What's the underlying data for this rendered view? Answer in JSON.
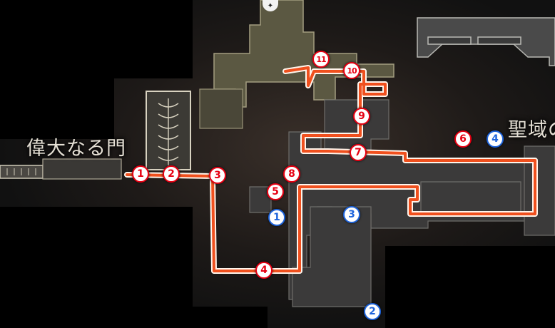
{
  "map": {
    "area_labels": {
      "great_gate": "偉大なる門",
      "sanctuary": "聖域の"
    },
    "icons": {
      "site_of_grace": "site-of-grace-icon"
    },
    "colors": {
      "route_line": "#f0501e",
      "red_marker": "#e60012",
      "blue_marker": "#1e64dc"
    },
    "red_markers": [
      "1",
      "2",
      "3",
      "4",
      "5",
      "6",
      "7",
      "8",
      "9",
      "10",
      "11"
    ],
    "blue_markers": [
      "1",
      "2",
      "3",
      "4"
    ]
  }
}
